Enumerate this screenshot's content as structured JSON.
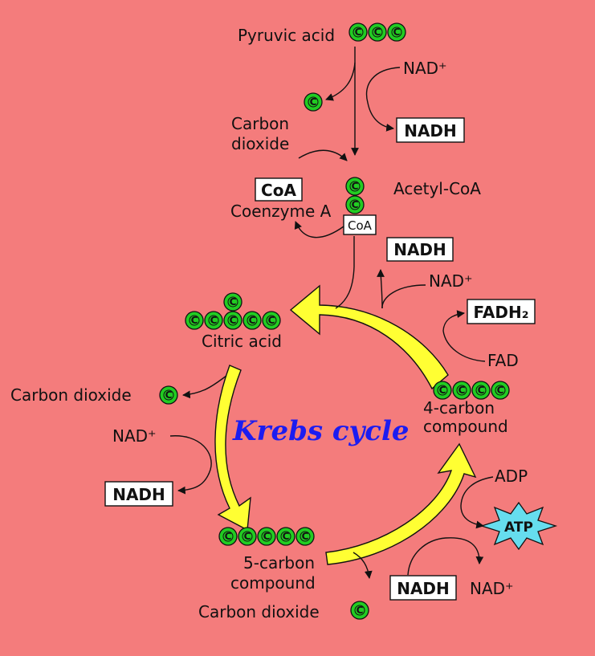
{
  "colors": {
    "background": "#f47c7c",
    "carbon_fill": "#22cc22",
    "cycle_arrow": "#ffff33",
    "title": "#1c1cf0",
    "atp_star": "#66ddee"
  },
  "carbon_symbol": "C",
  "labels": {
    "pyruvic_acid": "Pyruvic acid",
    "nad_top": "NAD⁺",
    "nadh_top": "NADH",
    "carbon_dioxide_top_1": "Carbon",
    "carbon_dioxide_top_2": "dioxide",
    "coa_box": "CoA",
    "coenzyme_a": "Coenzyme A",
    "coa_small": "CoA",
    "acetyl_coa": "Acetyl-CoA",
    "nadh_right_top": "NADH",
    "nad_right_top": "NAD⁺",
    "fadh2": "FADH₂",
    "fad": "FAD",
    "citric_acid": "Citric acid",
    "four_carbon_1": "4-carbon",
    "four_carbon_2": "compound",
    "carbon_dioxide_left": "Carbon dioxide",
    "nad_left": "NAD⁺",
    "nadh_left": "NADH",
    "krebs_cycle": "Krebs cycle",
    "adp": "ADP",
    "atp": "ATP",
    "five_carbon_1": "5-carbon",
    "five_carbon_2": "compound",
    "nadh_bottom": "NADH",
    "nad_bottom": "NAD⁺",
    "carbon_dioxide_bottom": "Carbon dioxide"
  }
}
